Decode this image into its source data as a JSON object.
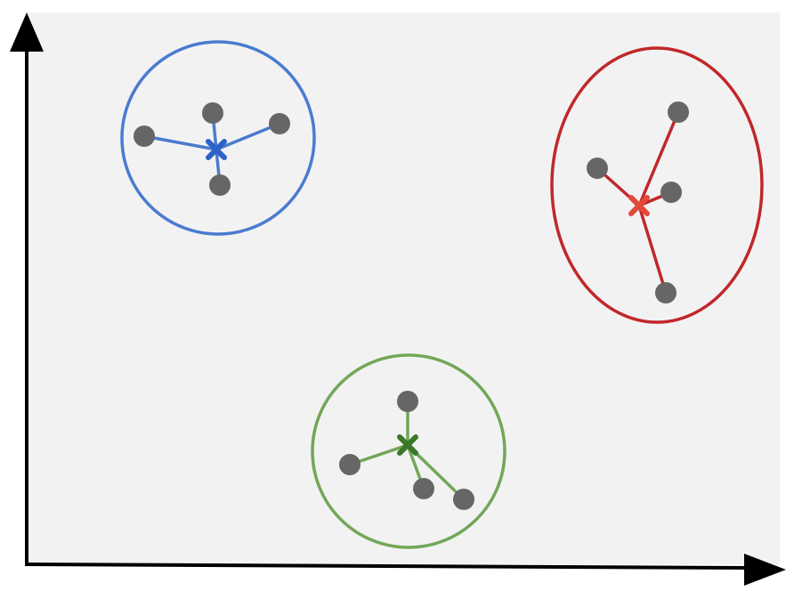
{
  "diagram": {
    "type": "k-means clustering illustration",
    "background_color": "#f3f2f3",
    "axis_color": "#000000",
    "point_color": "#666666",
    "clusters": [
      {
        "name": "blue",
        "boundary_color": "#4a7bd0",
        "link_color": "#4a7bd0",
        "centroid_color": "#2f62c8",
        "point_count": 4
      },
      {
        "name": "red",
        "boundary_color": "#c0282a",
        "link_color": "#c0282a",
        "centroid_color": "#e2493a",
        "point_count": 4
      },
      {
        "name": "green",
        "boundary_color": "#72a758",
        "link_color": "#72a758",
        "centroid_color": "#3a7828",
        "point_count": 4
      }
    ]
  }
}
